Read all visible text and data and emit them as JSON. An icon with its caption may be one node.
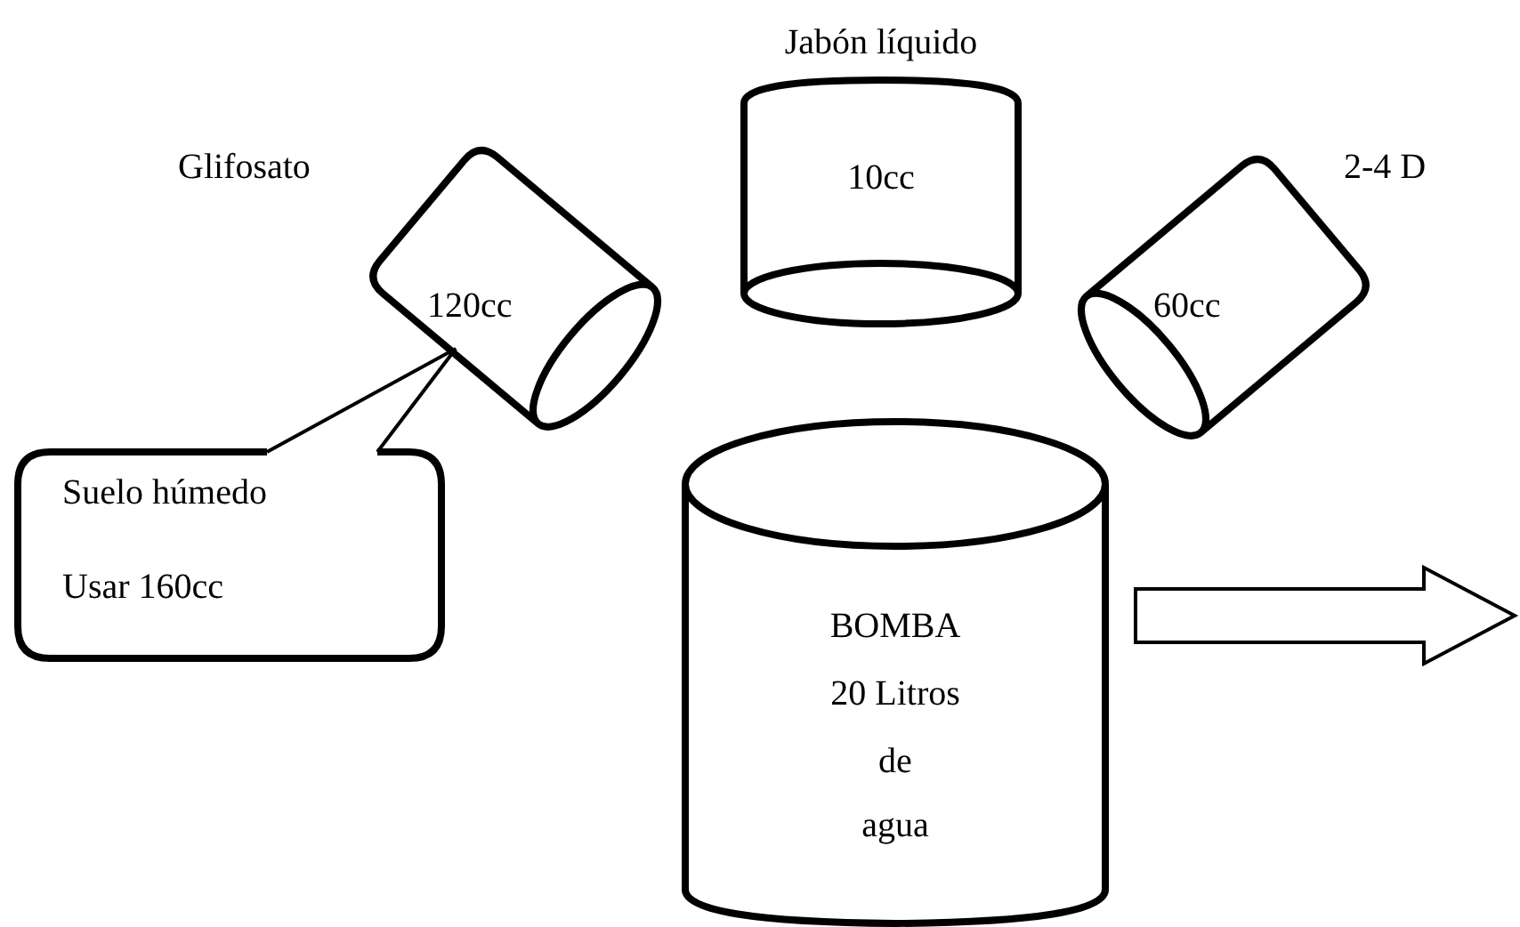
{
  "diagram": {
    "nodes": [
      {
        "text": [
          "Glifosato",
          "120cc"
        ]
      },
      {
        "text": [
          "Jabón líquido",
          "10cc"
        ]
      },
      {
        "text": [
          "2-4 D",
          "60cc"
        ]
      },
      {
        "text": [
          "Suelo húmedo",
          "Usar 160cc"
        ]
      },
      {
        "text": [
          "BOMBA",
          "20 Litros",
          "de",
          "agua"
        ]
      }
    ],
    "edges": [
      {
        "from": 3,
        "to": 0,
        "arrow": "none"
      },
      {
        "from": 4,
        "to": null,
        "arrow": "to"
      }
    ]
  }
}
